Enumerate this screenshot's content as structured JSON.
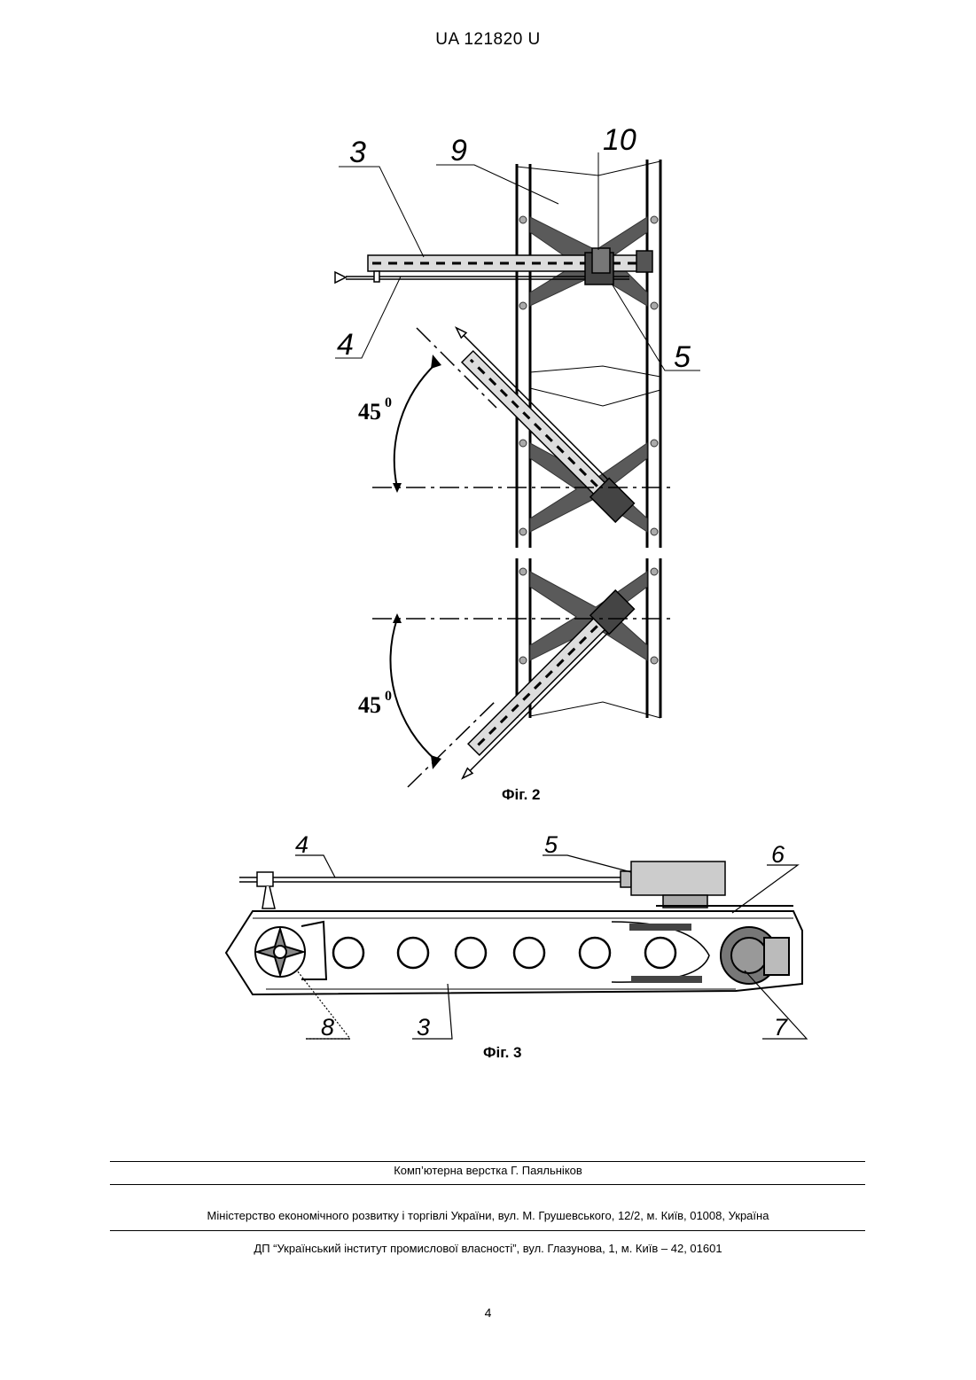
{
  "header": {
    "doc_number": "UA   121820   U"
  },
  "figure2": {
    "labels": {
      "l3": "3",
      "l9": "9",
      "l10": "10",
      "l4": "4",
      "l5": "5"
    },
    "angle_top": "45",
    "angle_bottom": "45",
    "angle_unit": "0",
    "caption": "Фіг. 2"
  },
  "figure3": {
    "labels": {
      "l4": "4",
      "l5": "5",
      "l6": "6",
      "l8": "8",
      "l3": "3",
      "l7": "7"
    },
    "caption": "Фіг. 3"
  },
  "footer": {
    "layout_credit": "Комп’ютерна верстка Г. Паяльніков",
    "ministry": "Міністерство економічного розвитку і торгівлі України, вул. М. Грушевського, 12/2, м. Київ, 01008, Україна",
    "institute": "ДП “Український інститут промислової власності”, вул. Глазунова, 1, м. Київ – 42, 01601"
  },
  "page_number": "4"
}
